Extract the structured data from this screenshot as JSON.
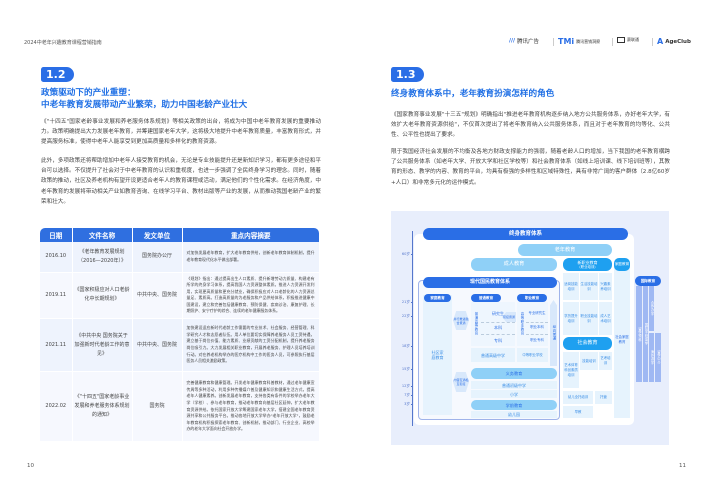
{
  "header": {
    "doc_title": "2024中老年兴趣教育课程营销指南",
    "logos": [
      "腾讯广告",
      "腾讯营销洞察",
      "赛联通",
      "AgeClub"
    ]
  },
  "left": {
    "badge": "1.2",
    "title_line1": "政策驱动下的产业重塑：",
    "title_line2": "中老年教育发展带动产业繁荣，助力中国老龄产业壮大",
    "para1": "《\"十四五\"国家老龄事业发展和养老服务体系规划》等相关政策的出台，将成为中国中老年教育发展的重要推动力。政策明确提出大力发展老年教育，并筹建国家老年大学，这将极大地提升中老年教育质量，丰富教育形式，并提高服务标准，使得中老年人能享受到更加高质量和多样化的教育资源。",
    "para2": "此外，多项政策还将帮助增加中老年人接受教育的机会，无论是专业技能提升还是新知识学习，都有更多途径和平台可以选择。不仅提升了社会对于中老年教育的认识和重视度，也进一步强调了全民终身学习的理念。同时，随着政策的推动，社区及养老机构有望开设更适合老年人的教育课程或活动，满足他们的个性化需求。在经济角度，中老年教育的发展将带动相关产业如教育咨询、在线学习平台、教材出版等产业的发展，从而推动我国老龄产业的繁荣和壮大。",
    "table": {
      "headers": [
        "日期",
        "文件名称",
        "发文单位",
        "重点内容摘要"
      ],
      "rows": [
        {
          "date": "2016.10",
          "name": "《老年教育发展规划（2016—2020年）》",
          "issuer": "国务院办公厅",
          "summary": "对加快发展老年教育，扩大老年教育供给，创新老年教育体制机制，提升老年教育现代化水平做出部署。"
        },
        {
          "date": "2019.11",
          "name": "《国家积极应对人口老龄化中长期规划》",
          "issuer": "中共中央、国务院",
          "summary": "《规划》指出：通过提高出生人口素质、提升新增劳动力质量、构建老有所学的终身学习体系，提高我国人力资源整体素质。推进人力资源开发利用，实现更高质量和更充分就业，确保积极应对人口老龄化的人力资源总量足、素质高。打造高质量的为老服务和产品供给体系，积极推进健康中国建设，建立和完善包括健康教育、预防保健、疾病诊治、康复护理、长期照护、安宁疗护的综合、连续的老年健康服务体系。"
        },
        {
          "date": "2021.11",
          "name": "《中共中央 国务院关于加强新时代老龄工作的意见》",
          "issuer": "中共中央、国务院",
          "summary": "加快建设适应新时代老龄工作需要的专业技术、社会服务、经营管理、科学研究人才和志愿者队伍。用人单位要切实保障养老服务人员工资待遇，建立基于岗位价值、能力素质、业绩贡献的工资分配机制，提升养老服务岗位吸引力。大力发展相关职业教育，开展养老服务、护理人员培养培训行动。对在养老机构举办的医疗机构中工作的医务人员，可参照执行基层医务人员相关激励政策。"
        },
        {
          "date": "2022.02",
          "name": "《\"十四五\"国家老龄事业发展和养老服务体系规划的通知》",
          "issuer": "国务院",
          "summary": "完善健康教育和健康管理。开发老年健康教育科普教材，通过老年健康宣传周等多种活动，利用多种传播媒介普及健康知识和健康生活方式，提高老年人健康素养。创新发展老年教育，支持各类有条件的学校举办老年大学（学校）、参与老年教育，推动老年教育向基层社区延伸，扩大老年教育资源供给。依托国家开放大学筹建国家老年大学，搭建全国老年教育资源共享和公共服务平台。推动各地开放大学举办\"老年开放大学\"，鼓励老年教育机构积极探索老年教育、创新机制，推动部门、行业企业、高校举办的老年大学面向社会开放办学。"
        }
      ]
    },
    "page_number": "10"
  },
  "right": {
    "badge": "1.3",
    "title": "终身教育体系中，老年教育扮演怎样的角色",
    "para1": "《国家教育事业发展\"十三五\"规划》明确指出\"推进老年教育机构逐步纳入地方公共服务体系，办好老年大学，有效扩大老年教育资源供给\"，不仅首次提出了将老年教育纳入公共服务体系，而且对于老年教育的均等化、公共性、公平性也提出了要求。",
    "para2": "限于我国经济社会发展的不均衡及各地方财政支撑能力的强弱，随着老龄人口的增加，当下我国的老年教育横跨了公共服务体系（如老年大学、开放大学和社区学校等）和社会教育体系（如线上培训课、线下培训班等），其教育的形态、教学的内容、教育的平台，均具有极强的多样性和区域特殊性，具有非常广阔的客户群体（2.8亿60岁+人口）和非常多元化的运作模式。",
    "diagram": {
      "lifelong": "终身教育体系",
      "elder": "老年教育",
      "adult": "成人教育",
      "new_vocational": "新职业教育",
      "new_vocational_sub": "(职业培训)",
      "family_top": "家庭教育",
      "family_social": "社会家庭教育",
      "modern": "现代国民教育体系",
      "family": "家庭教育",
      "general": "普通教育",
      "vocational": "职业教育",
      "community": "社区家庭教育",
      "general_higher": "普通高等教育",
      "grad": "研究生",
      "bachelor": "本科",
      "junior_college": "专科",
      "high_school": "普通高级中学",
      "voc_higher": "高等职业教育",
      "pro_grad": "专业研究生",
      "voc_bachelor": "职业本科",
      "voc_college": "职业专科",
      "secondary_voc": "中等职业学校",
      "link": "衔接贯通",
      "parallel": "并行推进融合贯通",
      "content_link": "内容互通相互衔接",
      "vertical_link": "纵向贯通",
      "compulsory": "义务教育",
      "middle": "普通初级中学",
      "primary": "小学",
      "preschool": "学前教育",
      "kindergarten": "幼儿园",
      "job_skill": "适岗技能培训",
      "life_skill": "生活技能培训",
      "interest": "兴趣素养培训",
      "degree": "学历提升培训",
      "voc_skill": "职业技能培训",
      "adult_art": "成人艺术培训",
      "social": "社会教育",
      "art_sport": "艺术体育科创素质培训",
      "skill": "技能培训",
      "art_exam": "艺考培训",
      "childcare": "幼儿全托培训",
      "custody": "托管",
      "early": "早教",
      "intl": "国际教育",
      "prep": "留学预科",
      "intl_school": "国际学校留学",
      "coop": "合作办学",
      "overseas": "海外游学",
      "agency": "留学中介",
      "ages": [
        "60岁",
        "21岁",
        "22岁",
        "18岁",
        "15岁",
        "12岁",
        "7岁",
        "3岁"
      ]
    },
    "page_number": "11"
  }
}
